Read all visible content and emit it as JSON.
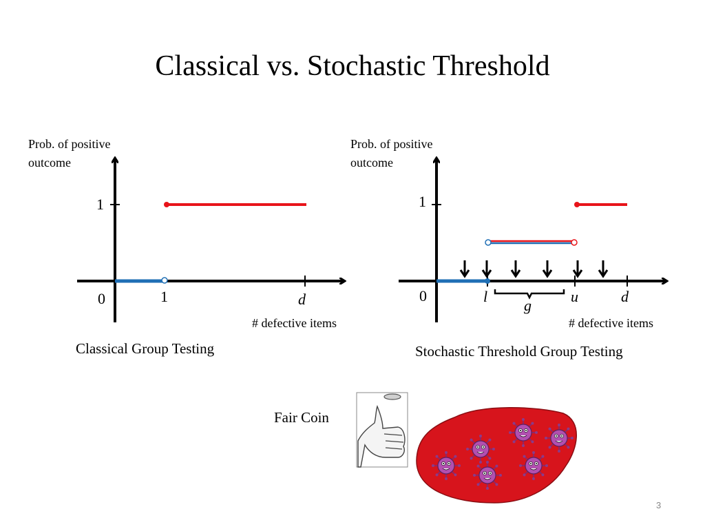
{
  "title": "Classical vs. Stochastic Threshold",
  "colors": {
    "blue": "#1f6fb5",
    "red": "#e8141a",
    "blob": "#d7141c",
    "virus": "#b24fb0"
  },
  "left_chart": {
    "ylabel_line1": "Prob. of positive",
    "ylabel_line2": "outcome",
    "y_tick": "1",
    "origin": "0",
    "x_tick_one": "1",
    "x_tick_d": "d",
    "xlabel": "# defective items",
    "caption": "Classical Group Testing"
  },
  "right_chart": {
    "ylabel_line1": "Prob. of positive",
    "ylabel_line2": "outcome",
    "y_tick": "1",
    "origin": "0",
    "x_tick_l": "l",
    "x_tick_g": "g",
    "x_tick_u": "u",
    "x_tick_d": "d",
    "xlabel": "# defective items",
    "caption": "Stochastic Threshold Group Testing"
  },
  "chart_data": [
    {
      "type": "line",
      "series": [
        {
          "color": "blue",
          "x": [
            0,
            1
          ],
          "y": [
            0,
            0
          ]
        },
        {
          "color": "red",
          "x": [
            1,
            "d"
          ],
          "y": [
            1,
            1
          ]
        }
      ]
    },
    {
      "type": "line",
      "series": [
        {
          "color": "blue",
          "x": [
            0,
            "l"
          ],
          "y": [
            0,
            0
          ]
        },
        {
          "color": "red/blue",
          "x": [
            "l",
            "u"
          ],
          "y": [
            0.5,
            0.5
          ]
        },
        {
          "color": "red",
          "x": [
            "u",
            "d"
          ],
          "y": [
            1,
            1
          ]
        }
      ]
    }
  ],
  "illustration": {
    "coin_label": "Fair Coin",
    "hand_icon": "thumb-flipping-coin",
    "blob_icon": "red-blob-with-viruses"
  },
  "page_number": "3"
}
